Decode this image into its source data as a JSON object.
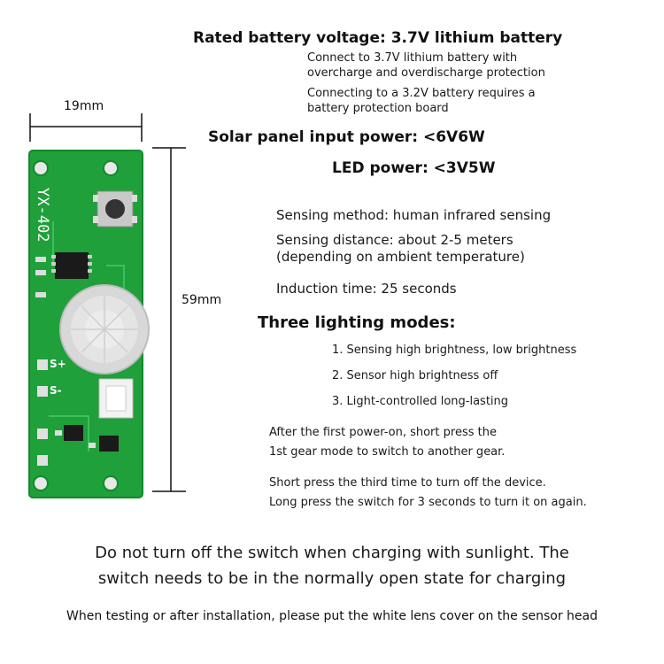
{
  "specs": {
    "rated_voltage": "Rated battery voltage: 3.7V lithium battery",
    "connect_37_line1": "Connect to 3.7V lithium battery with",
    "connect_37_line2": "overcharge and overdischarge protection",
    "connect_32_line1": "Connecting to a 3.2V battery requires a",
    "connect_32_line2": "battery protection board",
    "solar_input": "Solar panel input power: <6V6W",
    "led_power": "LED power: <3V5W",
    "sensing_method": "Sensing method: human infrared sensing",
    "sensing_distance_line1": "Sensing distance: about 2-5 meters",
    "sensing_distance_line2": "(depending on ambient temperature)",
    "induction_time": "Induction time: 25 seconds"
  },
  "modes": {
    "title": "Three lighting modes:",
    "items": [
      "1. Sensing high brightness, low brightness",
      "2. Sensor high brightness off",
      "3. Light-controlled long-lasting"
    ]
  },
  "instructions": {
    "first_line1": "After the first power-on, short press the",
    "first_line2": "1st gear mode to switch to another gear.",
    "third": "Short press the third time to turn off the device.",
    "long": "Long press the switch for 3 seconds to turn it on again."
  },
  "warning": {
    "line1": "Do not turn off the switch when charging with sunlight. The",
    "line2": "switch needs to be in the normally open state for charging"
  },
  "footer": "When testing or after installation, please put the white lens cover on the sensor head",
  "dimensions": {
    "width": "19mm",
    "height": "59mm"
  },
  "board": {
    "model": "YX-402",
    "pad_labels": [
      "S+",
      "S-"
    ],
    "color": "#1fa03a"
  }
}
